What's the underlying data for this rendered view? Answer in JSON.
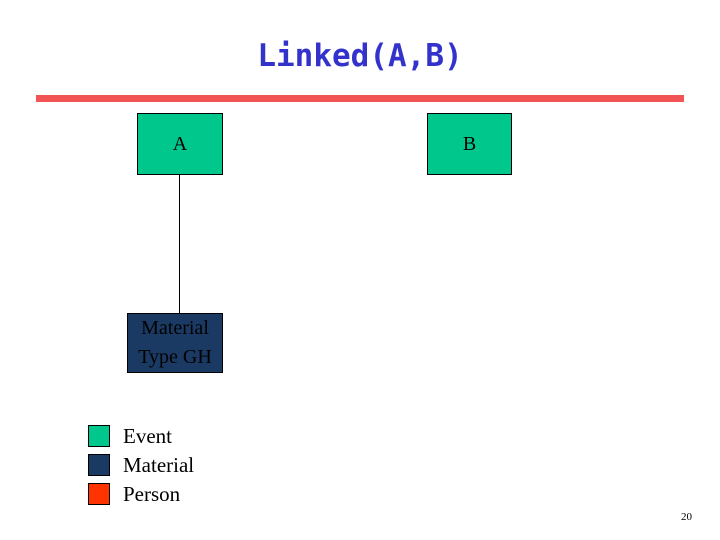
{
  "slide": {
    "title": "Linked(A,B)",
    "title_color": "#3333cc",
    "rule_color": "#f25454",
    "page_number": "20"
  },
  "diagram": {
    "nodes": [
      {
        "id": "a",
        "label": "A",
        "category": "Event",
        "color": "#00c78c"
      },
      {
        "id": "b",
        "label": "B",
        "category": "Event",
        "color": "#00c78c"
      },
      {
        "id": "material",
        "label": "Material Type GH",
        "line1": "Material",
        "line2": "Type GH",
        "category": "Material",
        "color": "#1b3a63"
      }
    ],
    "edges": [
      {
        "from": "a",
        "to": "material"
      }
    ]
  },
  "legend": {
    "items": [
      {
        "label": "Event",
        "color": "#00c78c"
      },
      {
        "label": "Material",
        "color": "#1b3a63"
      },
      {
        "label": "Person",
        "color": "#ff3300"
      }
    ]
  }
}
